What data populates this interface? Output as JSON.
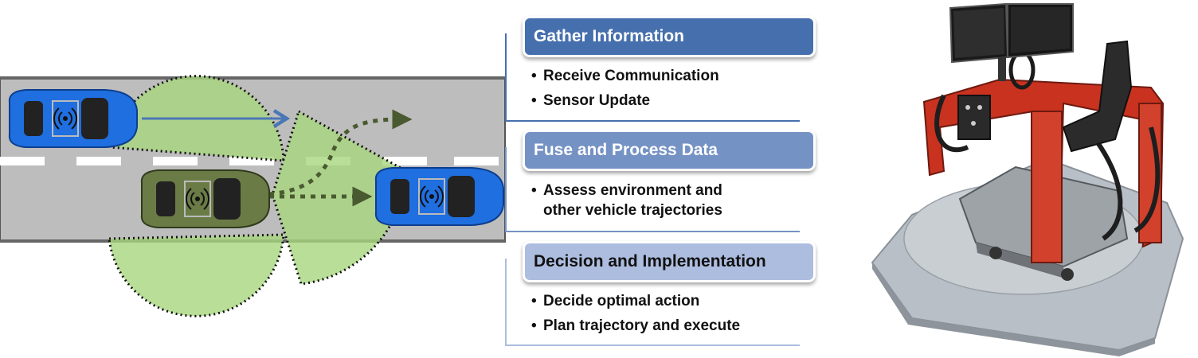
{
  "process": {
    "stages": [
      {
        "title": "Gather Information",
        "bullets": [
          [
            "Receive Communication"
          ],
          [
            "Sensor Update"
          ]
        ],
        "header_color": "#4670ad",
        "title_color": "#ffffff"
      },
      {
        "title": "Fuse and Process Data",
        "bullets": [
          [
            "Assess environment and",
            "other vehicle trajectories"
          ]
        ],
        "header_color": "#7592c5",
        "title_color": "#ffffff"
      },
      {
        "title": "Decision and Implementation",
        "bullets": [
          [
            "Decide optimal action"
          ],
          [
            "Plan trajectory and execute"
          ]
        ],
        "header_color": "#adbddf",
        "title_color": "#111111"
      }
    ]
  },
  "scene": {
    "road_color": "#bdbdbd",
    "sensor_zone_color": "#a8d67e",
    "connected_car_color": "#1f6fe0",
    "ego_car_color": "#6b7b46",
    "arrow_blue": "#4a77b5",
    "arrow_green": "#4a5a30"
  }
}
